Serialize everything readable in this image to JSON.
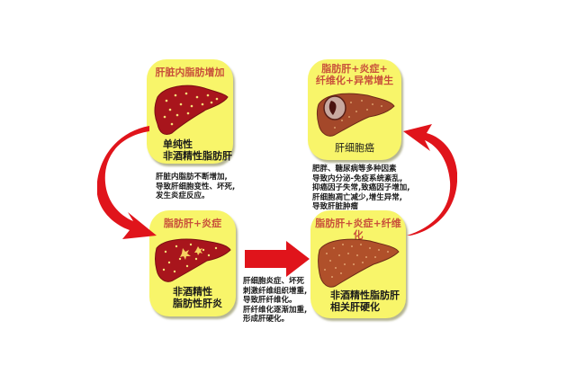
{
  "diagram": {
    "title": "Non-alcoholic fatty liver disease progression",
    "colors": {
      "card_bg": "#f8f56a",
      "card_title": "#c8503a",
      "arrow_red": "#e0141b",
      "liver_fatty": "#a8151c",
      "liver_fibrotic": "#b0502a"
    },
    "stages": [
      {
        "id": "stage1",
        "title": "肝脏内脂肪增加",
        "caption_lines": [
          "单纯性",
          "非酒精性脂肪肝"
        ]
      },
      {
        "id": "stage2",
        "title": "脂肪肝+炎症",
        "caption_lines": [
          "非酒精性",
          "脂肪性肝炎"
        ]
      },
      {
        "id": "stage3",
        "title": "脂肪肝+炎症+纤维化",
        "caption_lines": [
          "非酒精性脂肪肝",
          "相关肝硬化"
        ]
      },
      {
        "id": "stage4",
        "title_lines": [
          "脂肪肝+炎症+",
          "纤维化+异常增生"
        ],
        "caption_lines": [
          "肝细胞癌"
        ]
      }
    ],
    "transitions": [
      {
        "from": "stage1",
        "to": "stage2",
        "arrow": "curved-arrow-down-left",
        "note_lines": [
          "肝脏内脂肪不断增加,",
          "导致肝细胞变性、坏死,",
          "发生炎症反应。"
        ]
      },
      {
        "from": "stage2",
        "to": "stage3",
        "arrow": "straight-arrow-right",
        "note_lines": [
          "肝细胞炎症、坏死",
          "刺激纤维组织增重,",
          "导致肝纤维化。",
          "肝纤维化逐渐加重,",
          "形成肝硬化。"
        ]
      },
      {
        "from": "stage3",
        "to": "stage4",
        "arrow": "curved-arrow-up-right",
        "note_lines": [
          "肥胖、糖尿病等多种因素",
          "导致内分泌-免疫系统紊乱,",
          "抑癌因子失常,致癌因子增加,",
          "肝细胞凋亡减少,增生异常,",
          "导致肝脏肿瘤"
        ]
      }
    ]
  }
}
